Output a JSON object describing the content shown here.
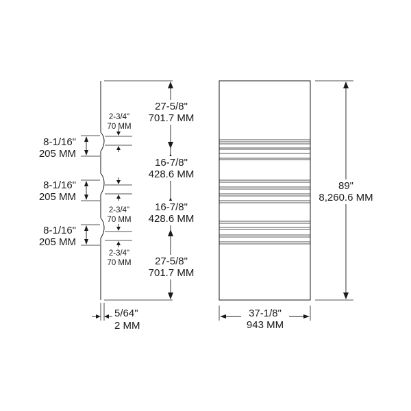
{
  "side_view": {
    "segments": [
      {
        "inch": "27-5/8\"",
        "mm": "701.7 MM"
      },
      {
        "inch": "16-7/8\"",
        "mm": "428.6 MM"
      },
      {
        "inch": "16-7/8\"",
        "mm": "428.6 MM"
      },
      {
        "inch": "27-5/8\"",
        "mm": "701.7 MM"
      }
    ],
    "groove_widths": [
      {
        "inch": "8-1/16\"",
        "mm": "205 MM"
      },
      {
        "inch": "8-1/16\"",
        "mm": "205 MM"
      },
      {
        "inch": "8-1/16\"",
        "mm": "205 MM"
      }
    ],
    "groove_spacings": [
      {
        "inch": "2-3/4\"",
        "mm": "70 MM"
      },
      {
        "inch": "2-3/4\"",
        "mm": "70 MM"
      },
      {
        "inch": "2-3/4\"",
        "mm": "70 MM"
      }
    ],
    "thickness": {
      "inch": "5/64\"",
      "mm": "2 MM"
    }
  },
  "front_view": {
    "height": {
      "inch": "89\"",
      "mm": "8,260.6 MM"
    },
    "width": {
      "inch": "37-1/8\"",
      "mm": "943 MM"
    }
  }
}
